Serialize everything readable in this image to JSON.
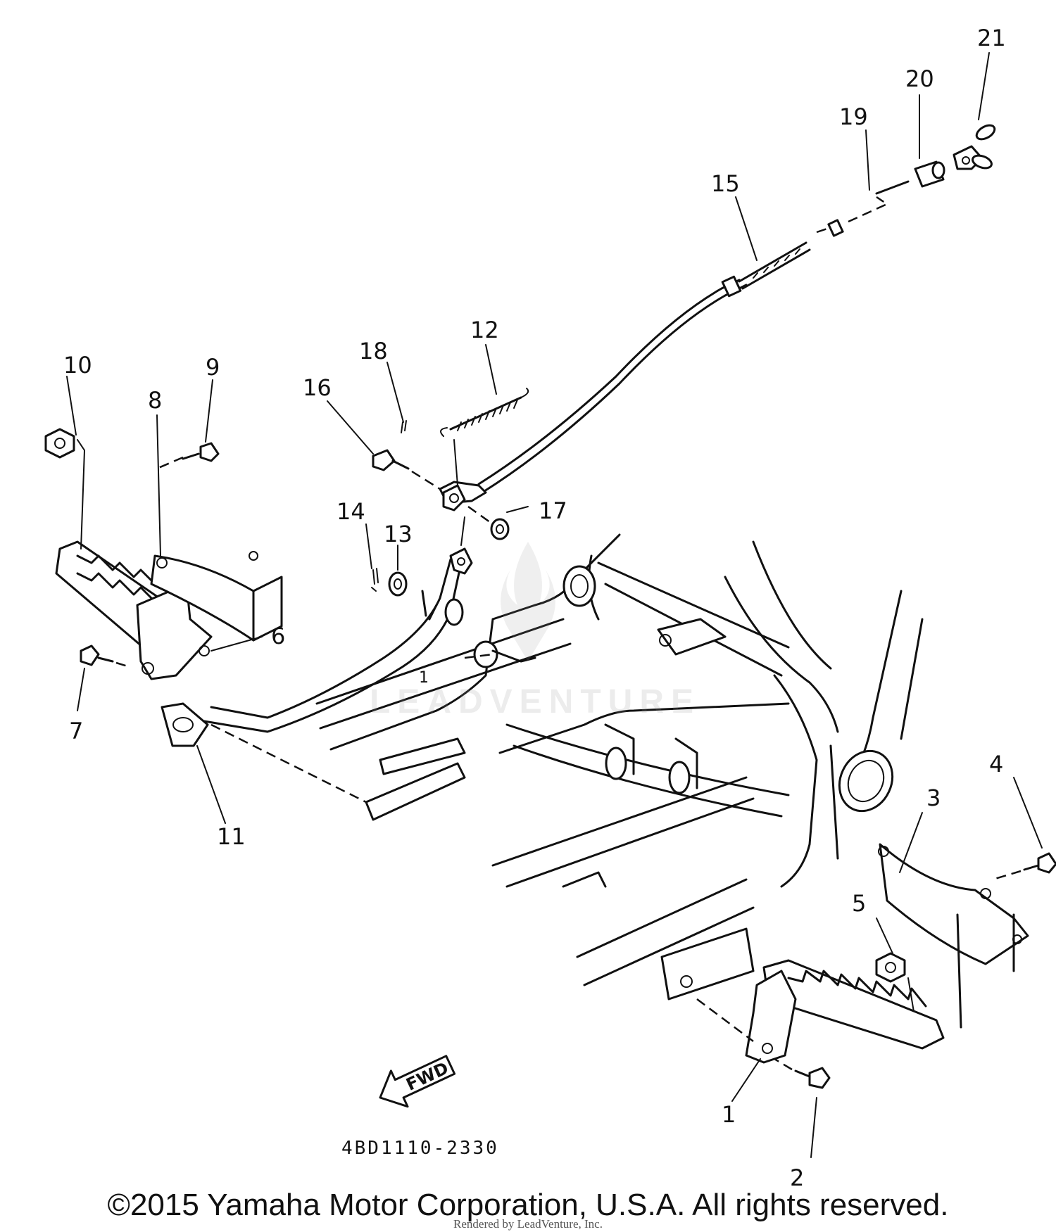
{
  "diagram": {
    "callouts": [
      "1",
      "2",
      "3",
      "4",
      "5",
      "6",
      "7",
      "8",
      "9",
      "10",
      "11",
      "12",
      "13",
      "14",
      "15",
      "16",
      "17",
      "18",
      "19",
      "20",
      "21"
    ],
    "frame_mark": "1",
    "direction_arrow": "FWD",
    "diagram_code": "4BD1110-2330"
  },
  "watermark": {
    "text": "LEADVENTURE",
    "icon": "leadventure-logo-icon"
  },
  "footer": {
    "copyright": "©2015 Yamaha Motor Corporation, U.S.A. All rights reserved.",
    "rendered_by": "Rendered by LeadVenture, Inc."
  }
}
